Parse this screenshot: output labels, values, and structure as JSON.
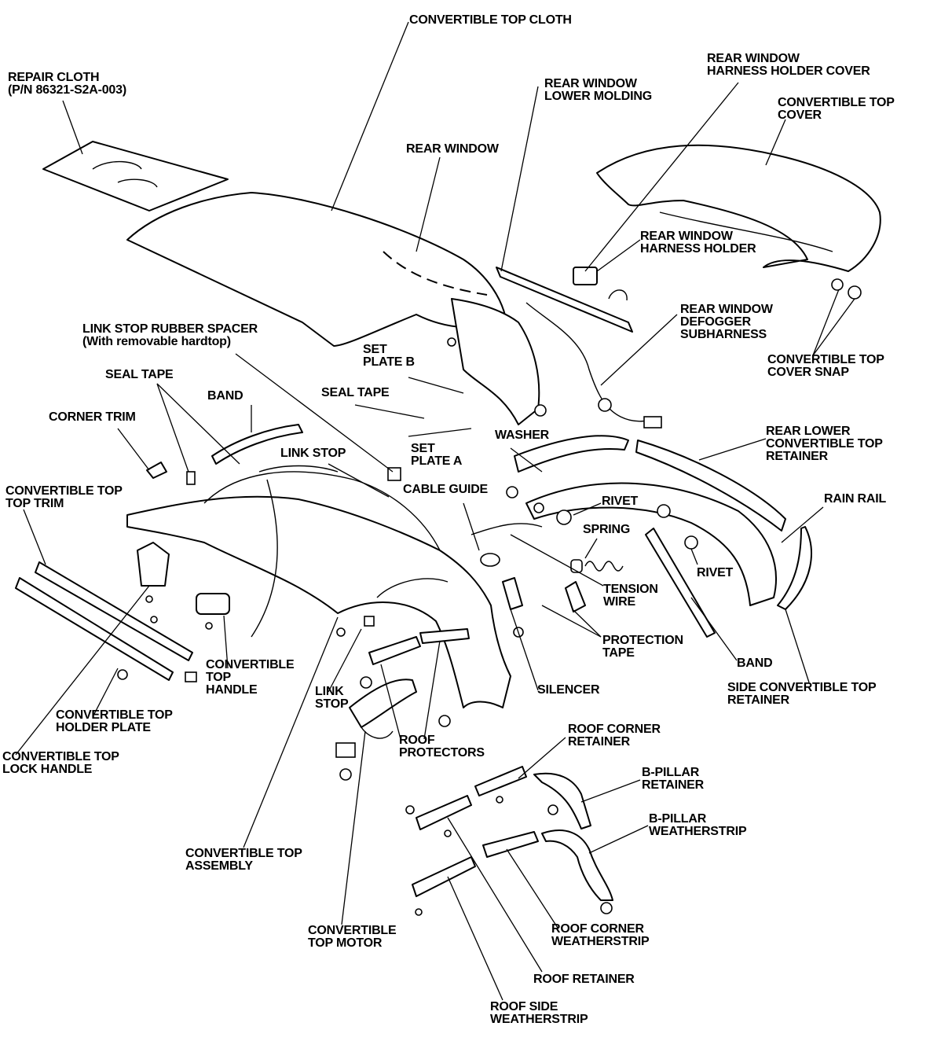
{
  "diagram": {
    "labels": [
      {
        "id": "convertible-top-cloth",
        "lines": [
          "CONVERTIBLE TOP CLOTH"
        ]
      },
      {
        "id": "repair-cloth",
        "lines": [
          "REPAIR CLOTH",
          "(P/N 86321-S2A-003)"
        ]
      },
      {
        "id": "rear-window-lower-molding",
        "lines": [
          "REAR WINDOW",
          "LOWER MOLDING"
        ]
      },
      {
        "id": "rear-window-harness-holder-cover",
        "lines": [
          "REAR WINDOW",
          "HARNESS HOLDER COVER"
        ]
      },
      {
        "id": "convertible-top-cover",
        "lines": [
          "CONVERTIBLE TOP",
          "COVER"
        ]
      },
      {
        "id": "rear-window",
        "lines": [
          "REAR WINDOW"
        ]
      },
      {
        "id": "rear-window-harness-holder",
        "lines": [
          "REAR WINDOW",
          "HARNESS HOLDER"
        ]
      },
      {
        "id": "rear-window-defogger-subharness",
        "lines": [
          "REAR WINDOW",
          "DEFOGGER",
          "SUBHARNESS"
        ]
      },
      {
        "id": "link-stop-rubber-spacer",
        "lines": [
          "LINK STOP RUBBER SPACER",
          "(With removable hardtop)"
        ]
      },
      {
        "id": "set-plate-b",
        "lines": [
          "SET",
          "PLATE B"
        ]
      },
      {
        "id": "convertible-top-cover-snap",
        "lines": [
          "CONVERTIBLE TOP",
          "COVER SNAP"
        ]
      },
      {
        "id": "seal-tape-left",
        "lines": [
          "SEAL TAPE"
        ]
      },
      {
        "id": "seal-tape-center",
        "lines": [
          "SEAL TAPE"
        ]
      },
      {
        "id": "band-top",
        "lines": [
          "BAND"
        ]
      },
      {
        "id": "corner-trim",
        "lines": [
          "CORNER TRIM"
        ]
      },
      {
        "id": "washer",
        "lines": [
          "WASHER"
        ]
      },
      {
        "id": "rear-lower-convertible-top-retainer",
        "lines": [
          "REAR LOWER",
          "CONVERTIBLE TOP",
          "RETAINER"
        ]
      },
      {
        "id": "set-plate-a",
        "lines": [
          "SET",
          "PLATE A"
        ]
      },
      {
        "id": "link-stop-top",
        "lines": [
          "LINK STOP"
        ]
      },
      {
        "id": "convertible-top-top-trim",
        "lines": [
          "CONVERTIBLE TOP",
          "TOP TRIM"
        ]
      },
      {
        "id": "cable-guide",
        "lines": [
          "CABLE GUIDE"
        ]
      },
      {
        "id": "rain-rail",
        "lines": [
          "RAIN RAIL"
        ]
      },
      {
        "id": "rivet-upper",
        "lines": [
          "RIVET"
        ]
      },
      {
        "id": "spring",
        "lines": [
          "SPRING"
        ]
      },
      {
        "id": "rivet-lower",
        "lines": [
          "RIVET"
        ]
      },
      {
        "id": "tension-wire",
        "lines": [
          "TENSION",
          "WIRE"
        ]
      },
      {
        "id": "protection-tape",
        "lines": [
          "PROTECTION",
          "TAPE"
        ]
      },
      {
        "id": "band-right",
        "lines": [
          "BAND"
        ]
      },
      {
        "id": "convertible-top-handle",
        "lines": [
          "CONVERTIBLE",
          "TOP",
          "HANDLE"
        ]
      },
      {
        "id": "silencer",
        "lines": [
          "SILENCER"
        ]
      },
      {
        "id": "side-convertible-top-retainer",
        "lines": [
          "SIDE CONVERTIBLE TOP",
          "RETAINER"
        ]
      },
      {
        "id": "link-stop-bottom",
        "lines": [
          "LINK",
          "STOP"
        ]
      },
      {
        "id": "convertible-top-holder-plate",
        "lines": [
          "CONVERTIBLE TOP",
          "HOLDER PLATE"
        ]
      },
      {
        "id": "roof-protectors",
        "lines": [
          "ROOF",
          "PROTECTORS"
        ]
      },
      {
        "id": "roof-corner-retainer",
        "lines": [
          "ROOF CORNER",
          "RETAINER"
        ]
      },
      {
        "id": "convertible-top-lock-handle",
        "lines": [
          "CONVERTIBLE TOP",
          "LOCK HANDLE"
        ]
      },
      {
        "id": "b-pillar-retainer",
        "lines": [
          "B-PILLAR",
          "RETAINER"
        ]
      },
      {
        "id": "b-pillar-weatherstrip",
        "lines": [
          "B-PILLAR",
          "WEATHERSTRIP"
        ]
      },
      {
        "id": "convertible-top-assembly",
        "lines": [
          "CONVERTIBLE TOP",
          "ASSEMBLY"
        ]
      },
      {
        "id": "convertible-top-motor",
        "lines": [
          "CONVERTIBLE",
          "TOP MOTOR"
        ]
      },
      {
        "id": "roof-corner-weatherstrip",
        "lines": [
          "ROOF CORNER",
          "WEATHERSTRIP"
        ]
      },
      {
        "id": "roof-retainer",
        "lines": [
          "ROOF RETAINER"
        ]
      },
      {
        "id": "roof-side-weatherstrip",
        "lines": [
          "ROOF SIDE",
          "WEATHERSTRIP"
        ]
      }
    ]
  }
}
